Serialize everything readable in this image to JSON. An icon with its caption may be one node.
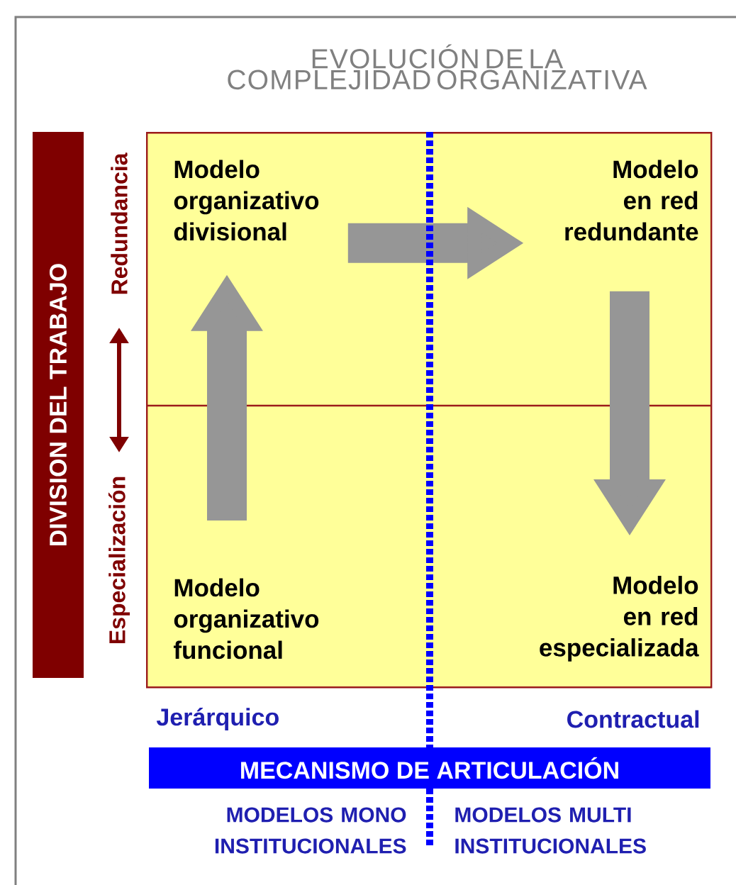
{
  "diagram": {
    "title": "EVOLUCIÓN DE LA COMPLEJIDAD ORGANIZATIVA",
    "nodes": [
      {
        "text": [
          "DIVISION DEL TRABAJO"
        ]
      },
      {
        "text": [],
        "shape": "box"
      },
      {
        "text": [
          "Modelo organizativo divisional"
        ],
        "in": 1
      },
      {
        "text": [
          "Modelo en red redundante"
        ],
        "in": 1
      },
      {
        "text": [
          "Modelo organizativo funcional"
        ],
        "in": 1
      },
      {
        "text": [
          "Modelo en red especializada"
        ],
        "in": 1
      },
      {
        "text": [
          "MECANISMO DE ARTICULACIÓN"
        ]
      }
    ],
    "edges": [
      {
        "from": 4,
        "to": 2,
        "arrow": "to"
      },
      {
        "from": 2,
        "to": 3,
        "arrow": "to"
      },
      {
        "from": 3,
        "to": 5,
        "arrow": "to"
      }
    ],
    "labels": [
      "Redundancia",
      "Especialización",
      "Jerárquico",
      "Contractual",
      "MODELOS MONO INSTITUCIONALES",
      "MODELOS MULTI INSTITUCIONALES"
    ]
  }
}
